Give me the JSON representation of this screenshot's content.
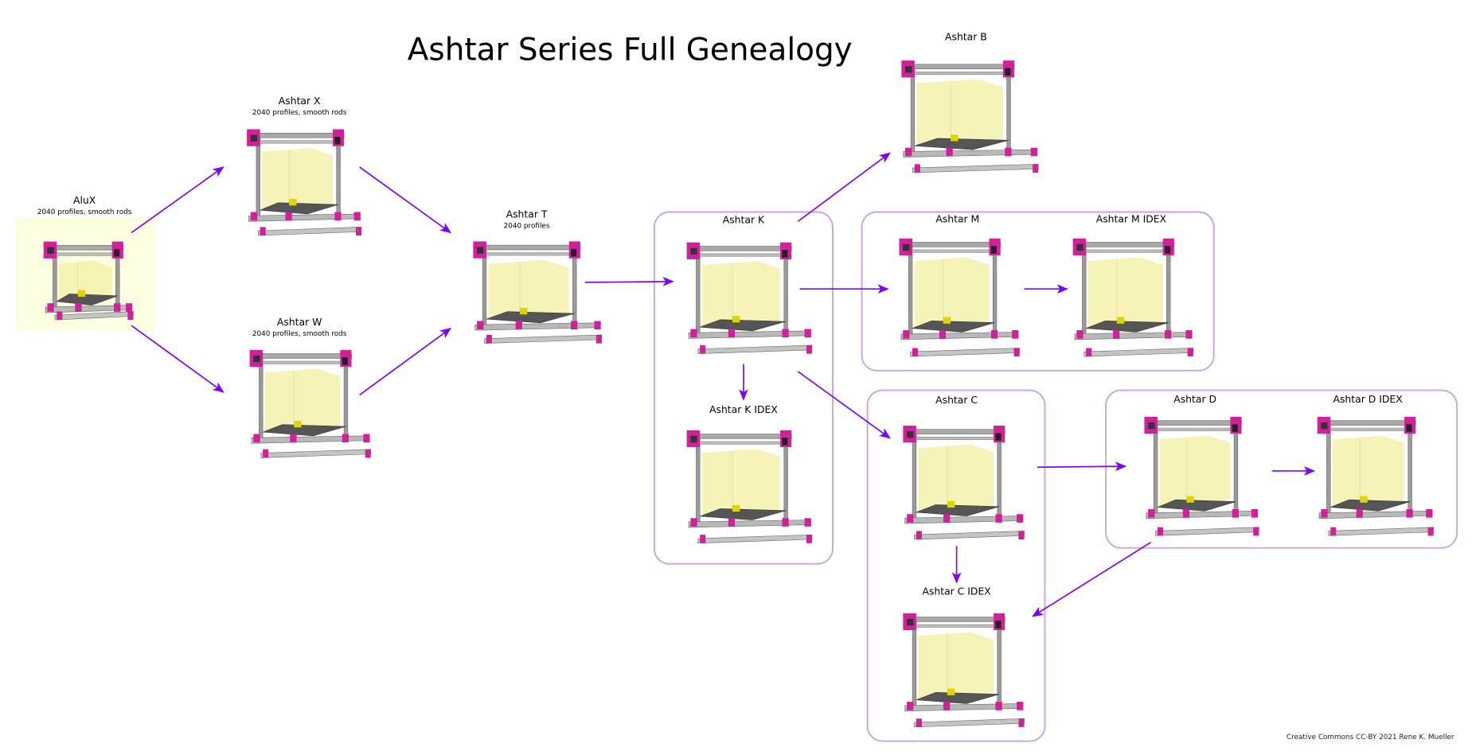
{
  "title": "Ashtar Series Full Genealogy",
  "footer": "Creative Commons CC-BY 2021 Rene K. Mueller",
  "colors": {
    "arrow": "#8000ff",
    "group_border": "#c9a3e3",
    "frame_magenta": "#d0209a",
    "volume_yellow": "#f4f2b0",
    "alux_background": "#fdfde0"
  },
  "nodes": {
    "alux": {
      "label": "AluX",
      "subtitle": "2040 profiles, smooth rods"
    },
    "x": {
      "label": "Ashtar X",
      "subtitle": "2040 profiles, smooth rods"
    },
    "w": {
      "label": "Ashtar W",
      "subtitle": "2040 profiles, smooth rods"
    },
    "t": {
      "label": "Ashtar T",
      "subtitle": "2040 profiles"
    },
    "b": {
      "label": "Ashtar B"
    },
    "k": {
      "label": "Ashtar K"
    },
    "kidex": {
      "label": "Ashtar K IDEX"
    },
    "m": {
      "label": "Ashtar M"
    },
    "midex": {
      "label": "Ashtar M IDEX"
    },
    "c": {
      "label": "Ashtar C"
    },
    "cidex": {
      "label": "Ashtar C IDEX"
    },
    "d": {
      "label": "Ashtar D"
    },
    "didex": {
      "label": "Ashtar D IDEX"
    }
  },
  "edges": [
    [
      "alux",
      "x"
    ],
    [
      "alux",
      "w"
    ],
    [
      "x",
      "t"
    ],
    [
      "w",
      "t"
    ],
    [
      "t",
      "k"
    ],
    [
      "k",
      "b"
    ],
    [
      "k",
      "m"
    ],
    [
      "m",
      "midex"
    ],
    [
      "k",
      "kidex"
    ],
    [
      "k",
      "c"
    ],
    [
      "c",
      "d"
    ],
    [
      "d",
      "didex"
    ],
    [
      "c",
      "cidex"
    ],
    [
      "d",
      "cidex"
    ]
  ]
}
